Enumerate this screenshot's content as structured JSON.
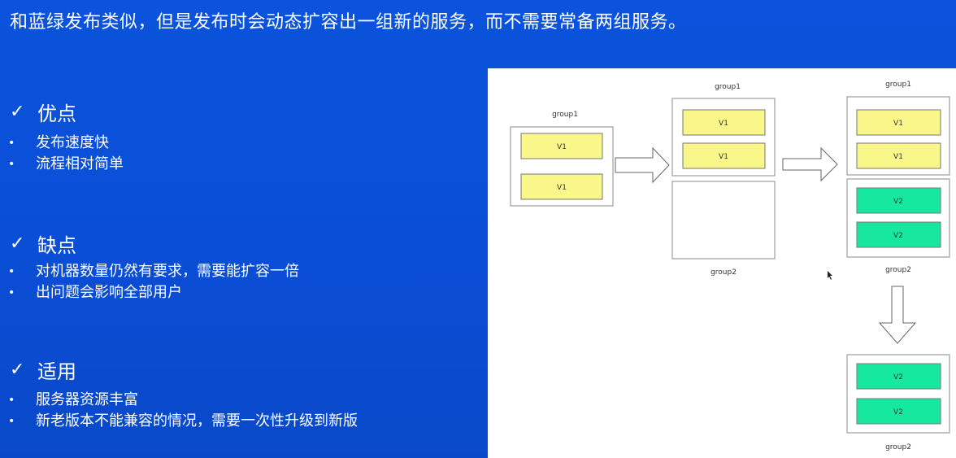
{
  "headline": "和蓝绿发布类似，但是发布时会动态扩容出一组新的服务，而不需要常备两组服务。",
  "sections": [
    {
      "title": "优点",
      "items": [
        "发布速度快",
        "流程相对简单"
      ]
    },
    {
      "title": "缺点",
      "items": [
        "对机器数量仍然有要求，需要能扩容一倍",
        "出问题会影响全部用户"
      ]
    },
    {
      "title": "适用",
      "items": [
        "服务器资源丰富",
        "新老版本不能兼容的情况，需要一次性升级到新版"
      ]
    }
  ],
  "icons": {
    "check": "checkmark-icon",
    "bullet": "bullet-icon"
  },
  "colors": {
    "background": "#0a4fd6",
    "v1": "#f9f68a",
    "v2": "#17e8a0"
  },
  "diagram": {
    "stage1": {
      "group1_label": "group1",
      "v1_a": "V1",
      "v1_b": "V1"
    },
    "stage2": {
      "group1_label": "group1",
      "group2_label": "group2",
      "v1_a": "V1",
      "v1_b": "V1"
    },
    "stage3": {
      "group1_label": "group1",
      "group2_label": "group2",
      "v1_a": "V1",
      "v1_b": "V1",
      "v2_a": "V2",
      "v2_b": "V2"
    },
    "stage4": {
      "group2_label": "group2",
      "v2_a": "V2",
      "v2_b": "V2"
    }
  }
}
